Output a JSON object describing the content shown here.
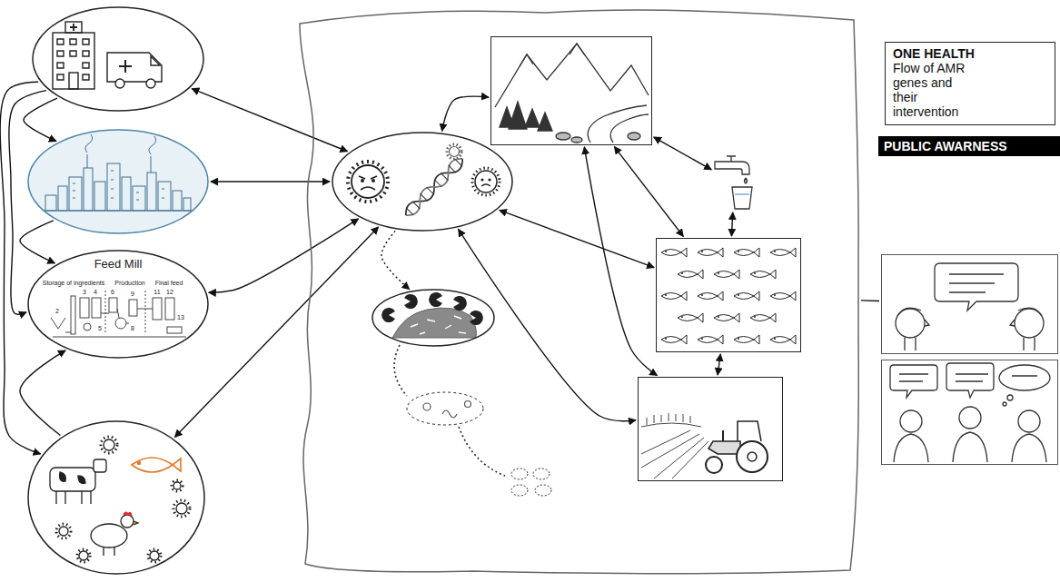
{
  "diagram": {
    "nodes": [
      {
        "text": []
      },
      {
        "text": []
      },
      {
        "text": [
          "Feed Mill",
          "Storage of ingredients",
          "Production",
          "Final feed"
        ]
      },
      {
        "text": []
      },
      {
        "text": []
      },
      {
        "text": [],
        "in": 4
      },
      {
        "text": [],
        "in": 4
      },
      {
        "text": [],
        "in": 4
      },
      {
        "text": [],
        "in": 4
      },
      {
        "text": [],
        "in": 4
      },
      {
        "text": [],
        "in": 4
      },
      {
        "text": [
          "ONE HEALTH",
          "Flow of AMR genes and their intervention"
        ]
      },
      {
        "text": [
          "PUBLIC AWARNESS"
        ]
      },
      {
        "text": []
      },
      {
        "text": []
      }
    ],
    "edges": [
      {
        "from": 0,
        "to": 5,
        "arrow": "both"
      },
      {
        "from": 1,
        "to": 5,
        "arrow": "both"
      },
      {
        "from": 2,
        "to": 5,
        "arrow": "both"
      },
      {
        "from": 3,
        "to": 5,
        "arrow": "both"
      },
      {
        "from": 0,
        "to": 1,
        "arrow": "to"
      },
      {
        "from": 0,
        "to": 2,
        "arrow": "to"
      },
      {
        "from": 0,
        "to": 3,
        "arrow": "to"
      },
      {
        "from": 1,
        "to": 2,
        "arrow": "to"
      },
      {
        "from": 3,
        "to": 2,
        "arrow": "to"
      },
      {
        "from": 7,
        "to": 5,
        "arrow": "both"
      },
      {
        "from": 7,
        "to": 8,
        "arrow": "both"
      },
      {
        "from": 8,
        "to": 9,
        "arrow": "both"
      },
      {
        "from": 7,
        "to": 9,
        "arrow": "both"
      },
      {
        "from": 7,
        "to": 10,
        "arrow": "both"
      },
      {
        "from": 5,
        "to": 9,
        "arrow": "both"
      },
      {
        "from": 5,
        "to": 10,
        "arrow": "both"
      },
      {
        "from": 9,
        "to": 10,
        "arrow": "both"
      },
      {
        "from": 5,
        "to": 6,
        "arrow": "to"
      },
      {
        "from": 4,
        "to": 13,
        "arrow": "none"
      }
    ],
    "labels": [
      "2",
      "3",
      "4",
      "5",
      "6",
      "8",
      "9",
      "11",
      "12",
      "13"
    ]
  }
}
